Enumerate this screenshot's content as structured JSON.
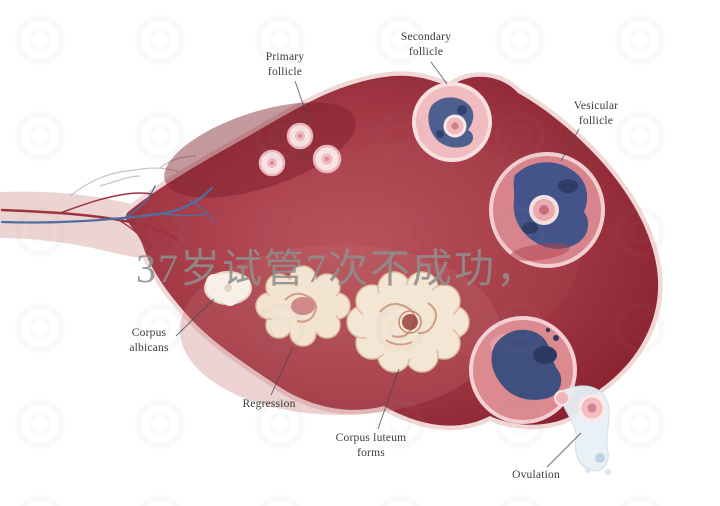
{
  "watermark": {
    "text": "37岁试管7次不成功，"
  },
  "labels": {
    "primary_follicle": "Primary\nfollicle",
    "secondary_follicle": "Secondary\nfollicle",
    "vesicular_follicle": "Vesicular\nfollicle",
    "corpus_albicans": "Corpus\nalbicans",
    "regression": "Regression",
    "corpus_luteum": "Corpus luteum\nforms",
    "ovulation": "Ovulation"
  },
  "colors": {
    "ovary_edge": "#871f2d",
    "ovary_mid": "#a23945",
    "ovary_center": "#bd545e",
    "follicle_pink": "#f0bcc0",
    "follicle_rim": "#f8e0e1",
    "antrum_blue": "#44548a",
    "antrum_dark": "#2e3c66",
    "corpus_cream": "#f4e6d4",
    "corpus_line": "#cf9f82",
    "vessel_blue": "#4f6fa3",
    "vessel_red": "#9e3340",
    "watermark_gray": "#8f8f8f"
  }
}
